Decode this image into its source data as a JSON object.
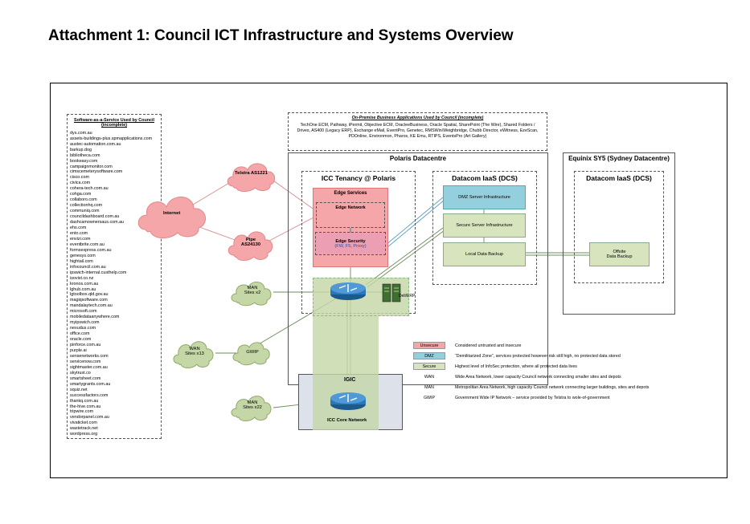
{
  "title": "Attachment 1:   Council ICT Infrastructure and Systems Overview",
  "saas": {
    "header": "Software-as-a-Service Used by Council (incomplete)",
    "items": [
      "dys.com.au",
      "assets-buildings-plus.spmapplications.com",
      "austec-automation.com.au",
      "barkup.dog",
      "bibliotheca.com",
      "bookeasy.com",
      "campaignmonitor.com",
      "cimscemeterysoftware.com",
      "cisco.com",
      "civica.com",
      "cohera-tech.com.au",
      "cohga.com",
      "collaboro.com",
      "collectionhq.com",
      "communiq.com",
      "councildashboard.com.au",
      "dashcamownersaus.com.au",
      "ehs.com",
      "ento.com",
      "envizi.com",
      "eventbrite.com.au",
      "formsexpress.com.au",
      "genesys.com",
      "hightail.com",
      "infocouncil.com.au",
      "ipswich-internal.custhelp.com",
      "isovist.co.nz",
      "kronos.com.au",
      "lghub.com.au",
      "lgtoolbox.qld.gov.au",
      "magiqsoftware.com",
      "mandalaytech.com.au",
      "microsoft.com",
      "mobiledataanywhere.com",
      "myipswich.com",
      "nexudus.com",
      "office.com",
      "oracle.com",
      "pinforce.com.au",
      "purple.ai",
      "sensenetworks.com",
      "servicenow.com",
      "sightmaster.com.au",
      "skytrust.co",
      "smartsheet.com",
      "smartygrants.com.au",
      "squiz.net",
      "successfactors.com",
      "thankq.com.au",
      "the-hive.com.au",
      "tripwire.com",
      "vendorpanel.com.au",
      "vivaticket.com",
      "wastetrack.net",
      "wordpress.org"
    ]
  },
  "onprem": {
    "header": "On-Premise Business Applications Used by Council (incomplete)",
    "text": "TechOne ECM, Pathway, iPermit, Objective ECM, OracleeBusiness, Oracle Spatial, SharePoint (The Wire), Shared Folders / Drives, AS400 (Legacy ERP), Exchange eMail, EventPro, Genetec, RMSWin/Weighbridge, Chubb Director, eWitness, EzeScan, PDOnline, Environmon, Pharos, KE Emu, RTIPS, EventsPro (Art Gallery)"
  },
  "clouds": {
    "internet": "Internet",
    "telstra": "Telstra AS1221",
    "pipe_l1": "Pipe",
    "pipe_l2": "AS24130",
    "man1_l1": "MAN",
    "man1_l2": "Sites x2",
    "wan_l1": "WAN",
    "wan_l2": "Sites x13",
    "gwip": "GWIP",
    "man2_l1": "MAN",
    "man2_l2": "Sites x22"
  },
  "polaris": {
    "title": "Polaris Datacentre",
    "icc_tenancy": "ICC Tenancy @ Polaris",
    "edge_services": "Edge Services",
    "edge_network": "Edge Network",
    "edge_security_l1": "Edge Security",
    "edge_security_l2": "(FW, F5, Proxy)",
    "datacom": "Datacom IaaS (DCS)",
    "dmz": "DMZ Server Infrastructure",
    "secure_server": "Secure Server Infrastructure",
    "local_backup": "Local Data Backup",
    "server_label": "Dell/ERP"
  },
  "equinix": {
    "title": "Equinix SY5 (Sydney Datacentre)",
    "datacom": "Datacom IaaS (DCS)",
    "offsite_l1": "Offsite",
    "offsite_l2": "Data Backup"
  },
  "igic": {
    "title": "IGIC",
    "core": "ICC Core Network"
  },
  "legend": [
    {
      "chip": "Unsecure",
      "color": "#f4a6a8",
      "desc": "Considered untrusted and insecure"
    },
    {
      "chip": "DMZ",
      "color": "#93cfdd",
      "desc": "“Demilitarized Zone”, services protected however risk still high, no protected data stored"
    },
    {
      "chip": "Secure",
      "color": "#d7e4bd",
      "desc": "Highest level of InfoSec protection, where all protected data lives"
    },
    {
      "abbr": "WAN",
      "desc": "Wide Area Network, lower capacity Council network connecting smaller sites and depots"
    },
    {
      "abbr": "MAN",
      "desc": "Metropolitan Area Network, high capacity Council network connecting larger buildings, sites and depots"
    },
    {
      "abbr": "GWIP",
      "desc": "Government Wide IP Network – service provided by Telstra to wole-of-government"
    }
  ]
}
